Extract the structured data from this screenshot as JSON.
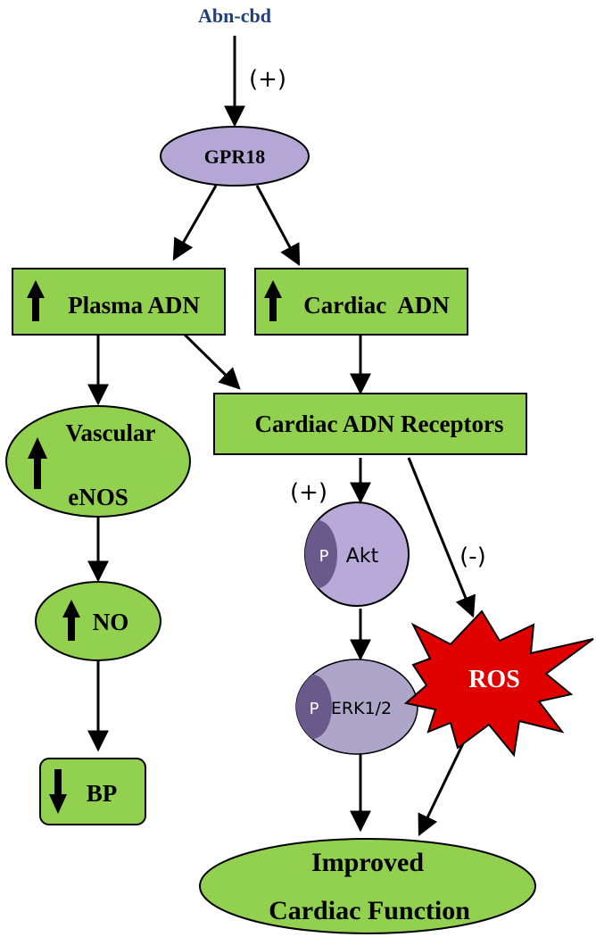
{
  "colors": {
    "green": "#92d050",
    "purple": "#b4a7d6",
    "purple_dark": "#6a5a8c",
    "akt_fill": "#b8a9d9",
    "erk_fill": "#aea6c9",
    "ros_red": "#e00000",
    "title_blue": "#1f3f7a",
    "outline": "#000000"
  },
  "nodes": {
    "abn_cbd": "Abn-cbd",
    "gpr18": "GPR18",
    "plasma_adn": "Plasma ADN",
    "cardiac_adn": "Cardiac  ADN",
    "vascular_line1": "Vascular",
    "vascular_line2": "eNOS",
    "no": "NO",
    "bp": "BP",
    "receptors": "Cardiac ADN Receptors",
    "akt": "Akt",
    "erk": "ERK1/2",
    "p_label": "P",
    "ros": "ROS",
    "improved_line1": "Improved",
    "improved_line2": "Cardiac Function"
  },
  "signs": {
    "abn_to_gpr": "(+)",
    "receptor_to_akt": "(+)",
    "receptor_to_ros": "(-)"
  },
  "indicators": {
    "plasma_adn": "up-arrow",
    "cardiac_adn": "up-arrow",
    "vascular_enos": "up-arrow",
    "no": "up-arrow",
    "bp": "down-arrow"
  }
}
